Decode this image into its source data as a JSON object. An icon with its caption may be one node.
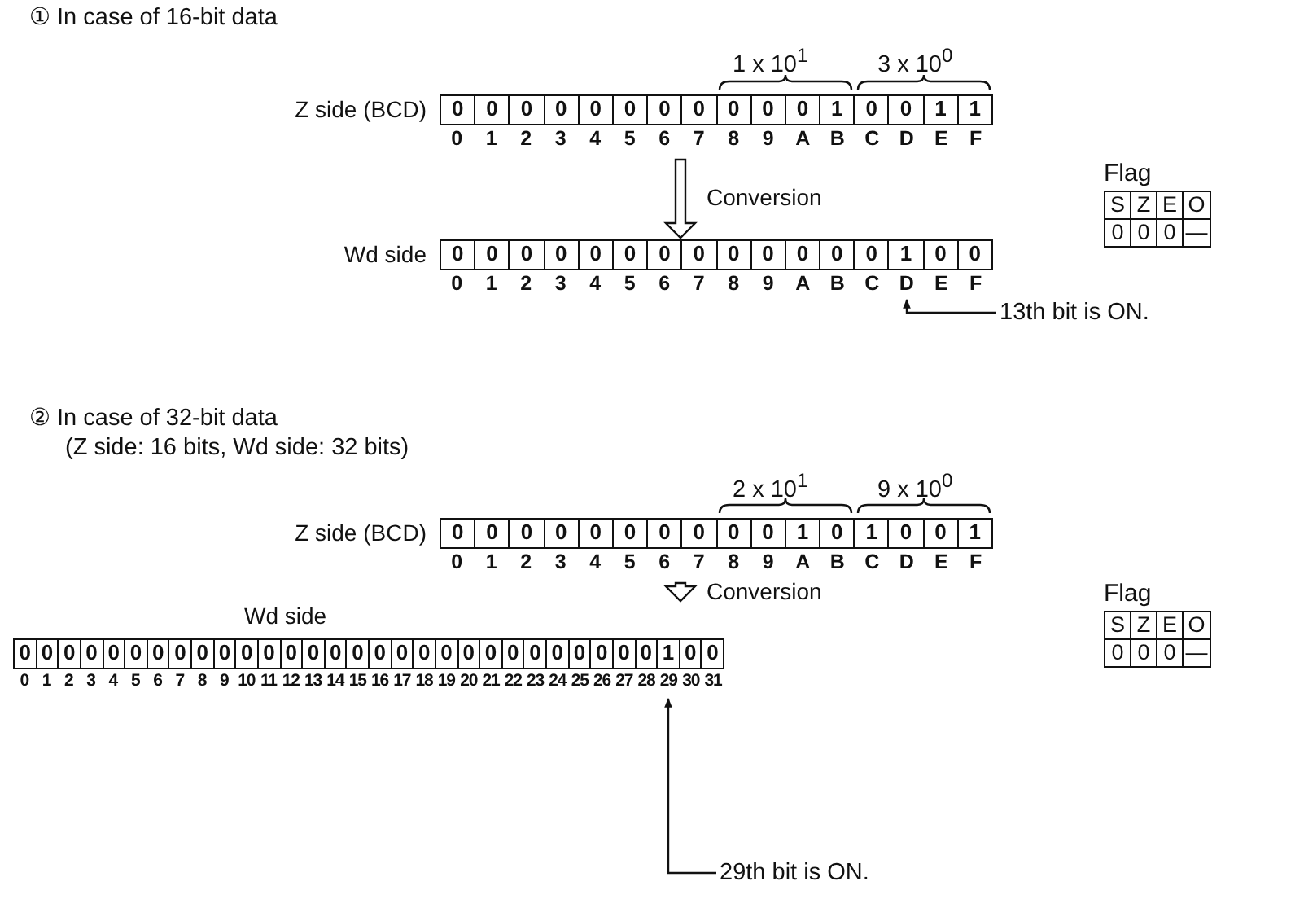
{
  "diagram": {
    "nodes": [
      {
        "text": [
          "0",
          "0",
          "0",
          "0",
          "0",
          "0",
          "0",
          "0",
          "0",
          "0",
          "0",
          "1",
          "0",
          "0",
          "1",
          "1"
        ],
        "beside": [
          "Z side (BCD)",
          "0",
          "1",
          "2",
          "3",
          "4",
          "5",
          "6",
          "7",
          "8",
          "9",
          "A",
          "B",
          "C",
          "D",
          "E",
          "F"
        ]
      },
      {
        "text": [
          "0",
          "0",
          "0",
          "0",
          "0",
          "0",
          "0",
          "0",
          "0",
          "0",
          "0",
          "0",
          "0",
          "1",
          "0",
          "0"
        ],
        "beside": [
          "Wd side",
          "0",
          "1",
          "2",
          "3",
          "4",
          "5",
          "6",
          "7",
          "8",
          "9",
          "A",
          "B",
          "C",
          "D",
          "E",
          "F"
        ]
      },
      {
        "text": [
          "Flag",
          "S",
          "Z",
          "E",
          "O",
          "0",
          "0",
          "0",
          "—"
        ]
      },
      {
        "text": [
          "13th bit is ON."
        ]
      },
      {
        "text": [
          "0",
          "0",
          "0",
          "0",
          "0",
          "0",
          "0",
          "0",
          "0",
          "0",
          "1",
          "0",
          "1",
          "0",
          "0",
          "1"
        ],
        "beside": [
          "Z side (BCD)",
          "0",
          "1",
          "2",
          "3",
          "4",
          "5",
          "6",
          "7",
          "8",
          "9",
          "A",
          "B",
          "C",
          "D",
          "E",
          "F"
        ]
      },
      {
        "text": [
          "0",
          "0",
          "0",
          "0",
          "0",
          "0",
          "0",
          "0",
          "0",
          "0",
          "0",
          "0",
          "0",
          "0",
          "0",
          "0",
          "0",
          "0",
          "0",
          "0",
          "0",
          "0",
          "0",
          "0",
          "0",
          "0",
          "0",
          "0",
          "0",
          "1",
          "0",
          "0"
        ],
        "beside": [
          "Wd side",
          "0",
          "1",
          "2",
          "3",
          "4",
          "5",
          "6",
          "7",
          "8",
          "9",
          "10",
          "11",
          "12",
          "13",
          "14",
          "15",
          "16",
          "17",
          "18",
          "19",
          "20",
          "21",
          "22",
          "23",
          "24",
          "25",
          "26",
          "27",
          "28",
          "29",
          "30",
          "31"
        ]
      },
      {
        "text": [
          "Flag",
          "S",
          "Z",
          "E",
          "O",
          "0",
          "0",
          "0",
          "—"
        ]
      },
      {
        "text": [
          "29th bit is ON."
        ]
      }
    ],
    "edges": [
      {
        "from": 0,
        "to": 1,
        "arrow": "to",
        "label": "Conversion"
      },
      {
        "from": 3,
        "to": 1,
        "arrow": "to"
      },
      {
        "from": 4,
        "to": 5,
        "arrow": "to",
        "label": "Conversion"
      },
      {
        "from": 7,
        "to": 5,
        "arrow": "to"
      }
    ],
    "labels": [
      "① In case of 16-bit data",
      "1 x 10$^{1}$",
      "3 x 10$^{0}$",
      "② In case of 32-bit data",
      "(Z side: 16 bits, Wd side: 32 bits)",
      "2 x 10$^{1}$",
      "9 x 10$^{0}$"
    ]
  }
}
